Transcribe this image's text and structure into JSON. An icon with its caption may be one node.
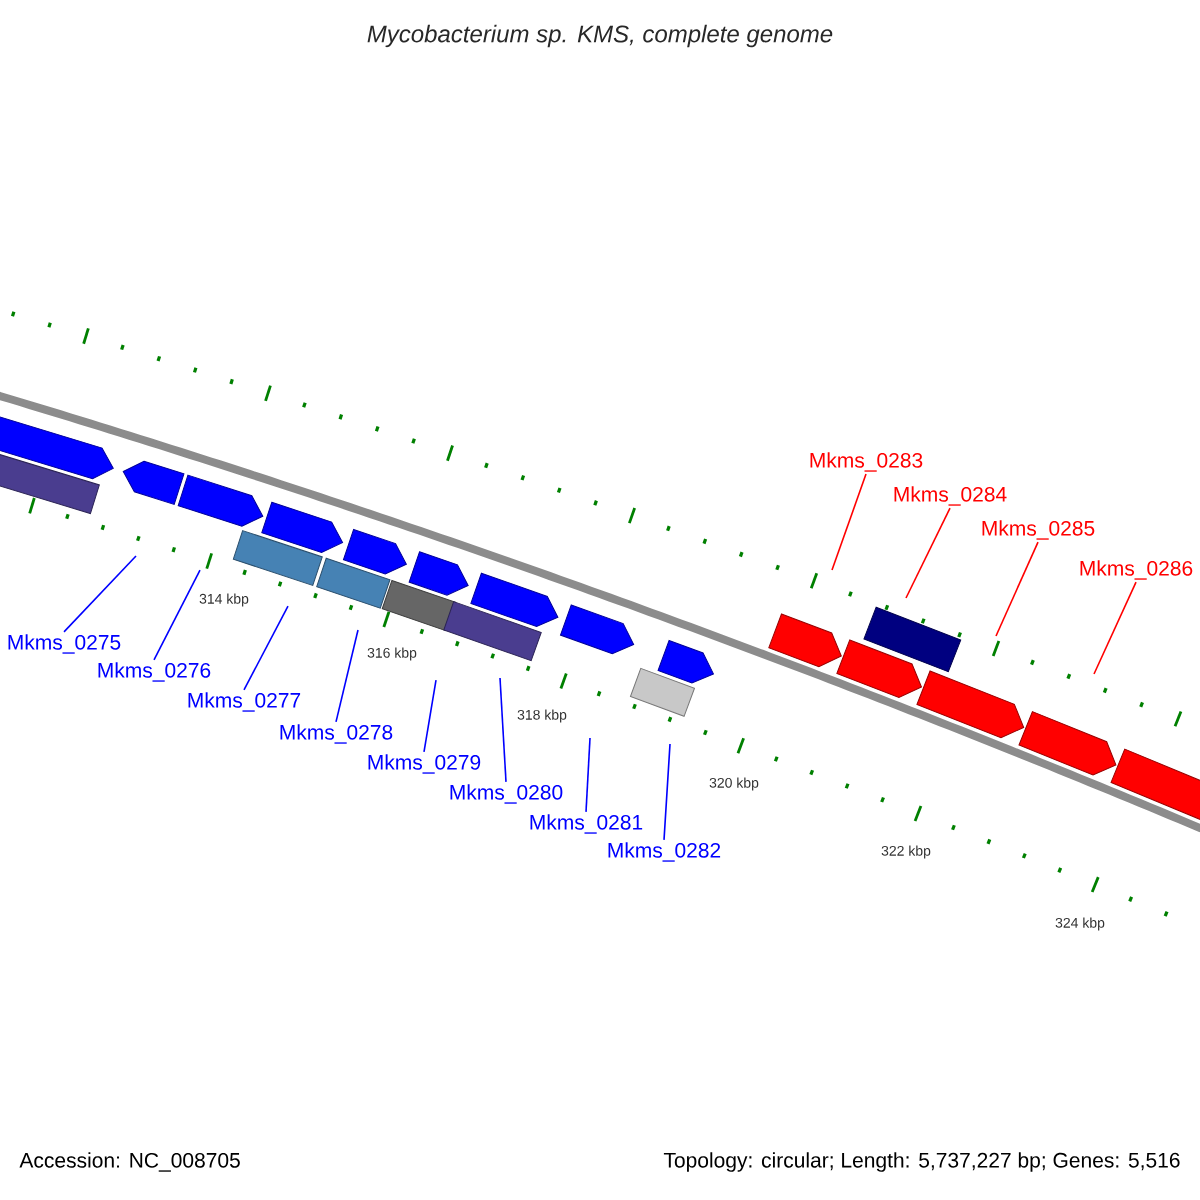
{
  "diagram": {
    "title": "Mycobacterium sp. KMS, complete genome",
    "nodes": [
      {
        "text": [
          "Mkms_0275"
        ]
      },
      {
        "text": [
          "Mkms_0276"
        ]
      },
      {
        "text": [
          "Mkms_0277"
        ]
      },
      {
        "text": [
          "Mkms_0278"
        ]
      },
      {
        "text": [
          "Mkms_0279"
        ]
      },
      {
        "text": [
          "Mkms_0280"
        ]
      },
      {
        "text": [
          "Mkms_0281"
        ]
      },
      {
        "text": [
          "Mkms_0282"
        ]
      },
      {
        "text": [
          "Mkms_0283"
        ]
      },
      {
        "text": [
          "Mkms_0284"
        ]
      },
      {
        "text": [
          "Mkms_0285"
        ]
      },
      {
        "text": [
          "Mkms_0286"
        ]
      }
    ],
    "edges": [
      {
        "from": 0,
        "to": null,
        "arrow": "none"
      },
      {
        "from": 1,
        "to": null,
        "arrow": "none"
      },
      {
        "from": 2,
        "to": null,
        "arrow": "none"
      },
      {
        "from": 3,
        "to": null,
        "arrow": "none"
      },
      {
        "from": 4,
        "to": null,
        "arrow": "none"
      },
      {
        "from": 5,
        "to": null,
        "arrow": "none"
      },
      {
        "from": 6,
        "to": null,
        "arrow": "none"
      },
      {
        "from": 7,
        "to": null,
        "arrow": "none"
      },
      {
        "from": 8,
        "to": null,
        "arrow": "none",
        "color": "#ff0000"
      },
      {
        "from": 9,
        "to": null,
        "arrow": "none",
        "color": "#ff0000"
      },
      {
        "from": 10,
        "to": null,
        "arrow": "none",
        "color": "#ff0000"
      },
      {
        "from": 11,
        "to": null,
        "arrow": "none",
        "color": "#ff0000"
      }
    ],
    "labels": [
      "314 kbp",
      "316 kbp",
      "318 kbp",
      "320 kbp",
      "322 kbp",
      "324 kbp",
      "Accession: NC_008705",
      "Topology: circular; Length: 5,737,227 bp; Genes: 5,516"
    ]
  }
}
